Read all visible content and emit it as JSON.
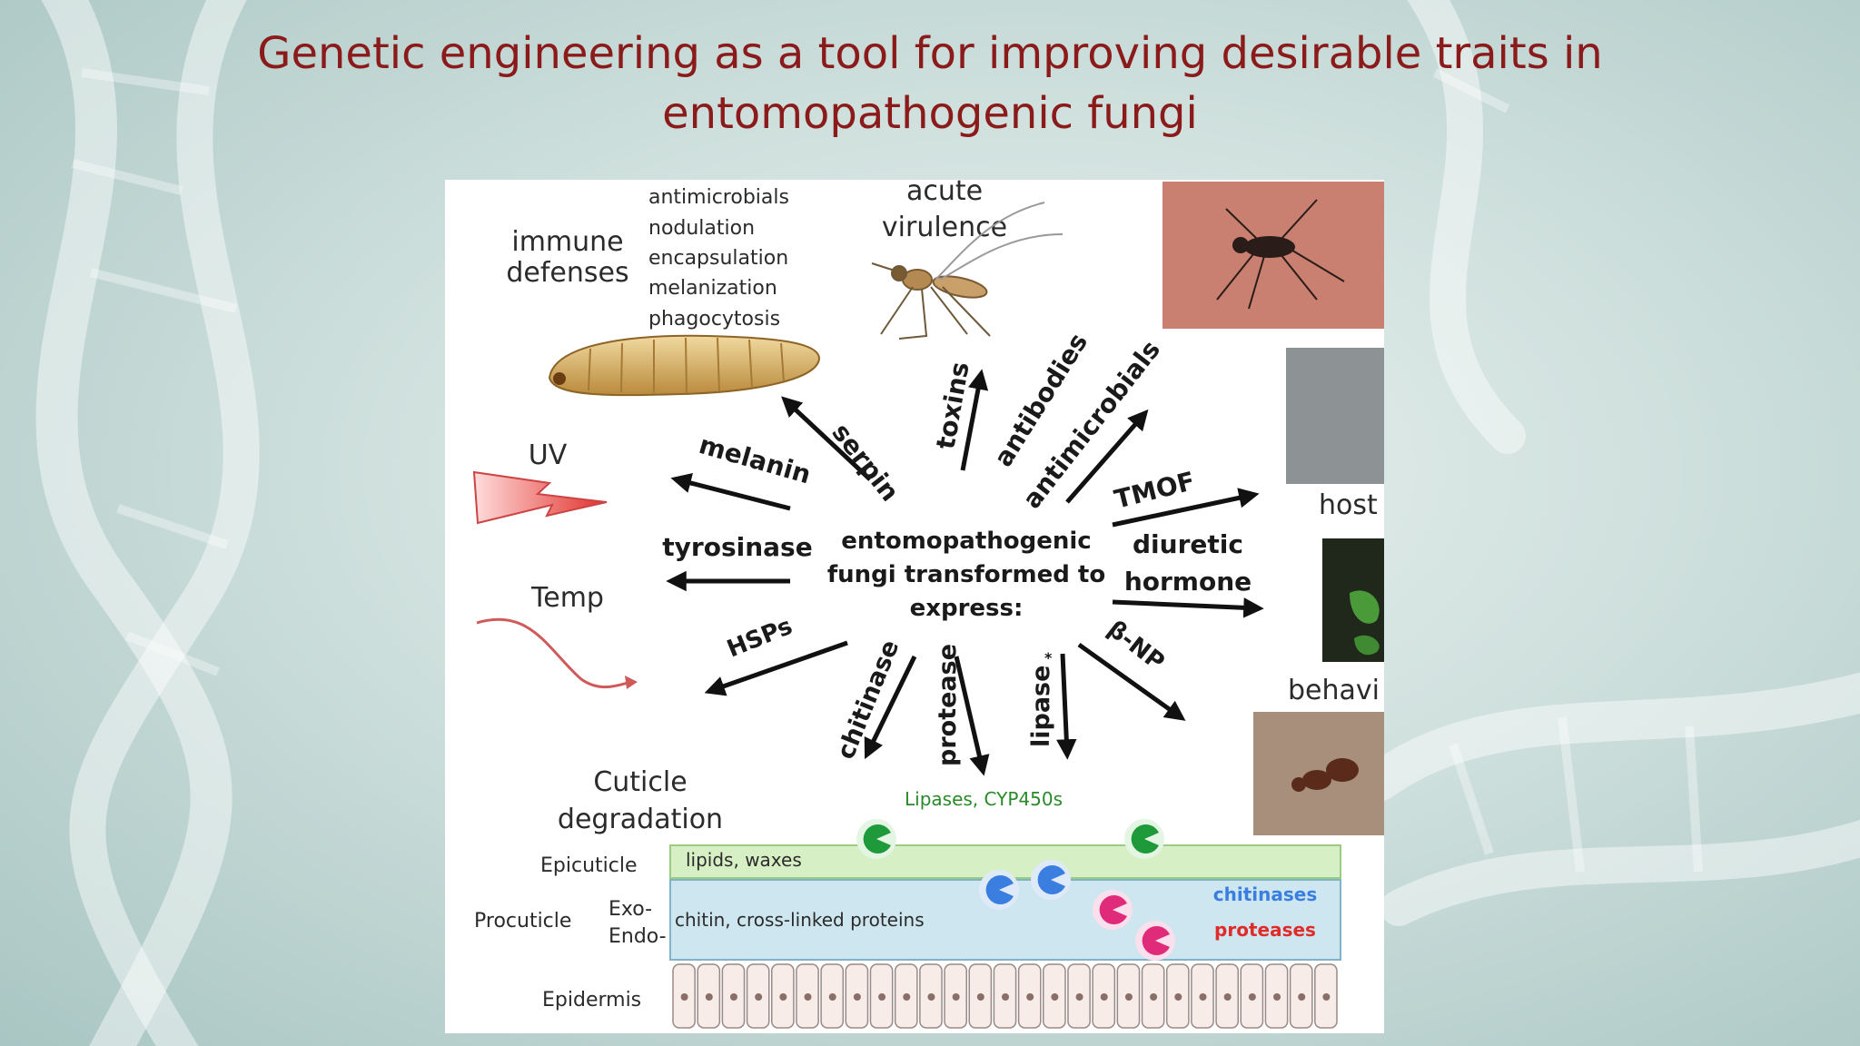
{
  "slide": {
    "title_line1": "Genetic engineering as a tool for improving desirable traits in",
    "title_line2": "entomopathogenic fungi"
  },
  "figure": {
    "center_label": [
      "entomopathogenic",
      "fungi transformed to",
      "express:"
    ],
    "immune": {
      "heading": [
        "immune",
        "defenses"
      ],
      "list": [
        "antimicrobials",
        "nodulation",
        "encapsulation",
        "melanization",
        "phagocytosis"
      ]
    },
    "acute_virulence": [
      "acute",
      "virulence"
    ],
    "uv": "UV",
    "temp": "Temp",
    "host": "host",
    "behavior": "behavi",
    "cuticle_degradation": [
      "Cuticle",
      "degradation"
    ],
    "arrows": {
      "serpin": "serpin",
      "toxins": "toxins",
      "antibodies": "antibodies",
      "antimicrobials": "antimicrobials",
      "melanin": "melanin",
      "tmof": "TMOF",
      "tyrosinase": "tyrosinase",
      "diuretic_hormone": [
        "diuretic",
        "hormone"
      ],
      "hsps": "HSPs",
      "beta_np": "β-NP",
      "chitinase": "chitinase",
      "protease": "protease",
      "lipase": "lipase",
      "lipase_mark": "*"
    },
    "cuticle": {
      "enzymes_label": "Lipases, CYP450s",
      "epicuticle": "Epicuticle",
      "procuticle": "Procuticle",
      "exo": "Exo-",
      "endo": "Endo-",
      "epidermis": "Epidermis",
      "lipids": "lipids, waxes",
      "chitin": "chitin, cross-linked proteins",
      "chitinases": "chitinases",
      "proteases": "proteases"
    },
    "colors": {
      "green_enzyme": "#1e9a3a",
      "blue_enzyme": "#3a7fe0",
      "pink_enzyme": "#e02b7a",
      "title": "#8b1a1a"
    }
  }
}
